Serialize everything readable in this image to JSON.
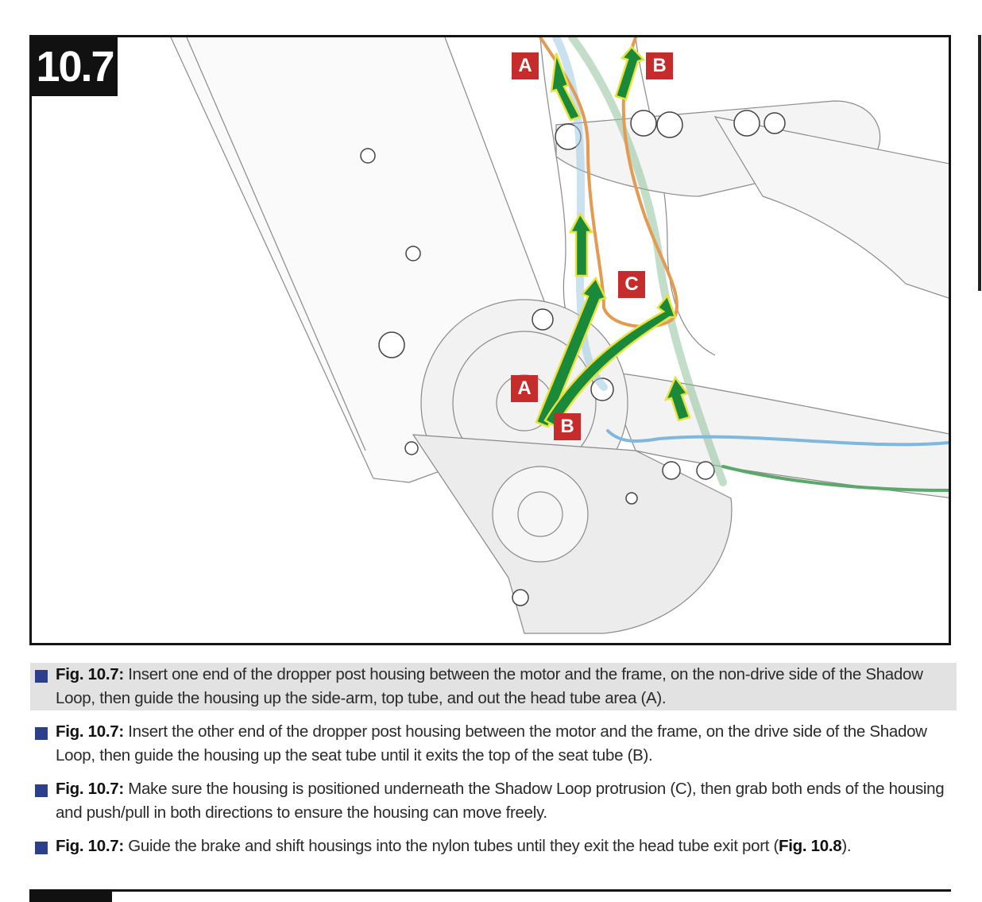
{
  "figure": {
    "number": "10.7",
    "labels": {
      "a_top": "A",
      "b_top": "B",
      "c": "C",
      "a_bottom": "A",
      "b_bottom": "B"
    },
    "colors": {
      "label_red": "#c62c2c",
      "arrow_green": "#1a8a3a",
      "arrow_outline": "#e8e23a",
      "housing_blue": "#7fb8dc",
      "housing_orange": "#e39a52",
      "housing_green": "#5aa86a"
    }
  },
  "steps": [
    {
      "ref": "Fig. 10.7:",
      "text": " Insert one end of the dropper post housing between the motor and the frame, on the non-drive side of the Shadow Loop, then guide the housing up the side-arm, top tube, and out the head tube area (A).",
      "highlight": true
    },
    {
      "ref": "Fig. 10.7:",
      "text": " Insert the other end of the dropper post housing between the motor and the frame, on the drive side of the Shadow Loop, then guide the housing up the seat tube until it exits the top of the seat tube (B).",
      "highlight": false
    },
    {
      "ref": "Fig. 10.7:",
      "text": " Make sure the housing is positioned underneath the Shadow Loop protrusion (C), then grab both ends of the housing and push/pull in both directions to ensure the housing can move freely.",
      "highlight": false
    },
    {
      "ref": "Fig. 10.7:",
      "text": " Guide the brake and shift housings into the nylon tubes until they exit the head tube exit port (",
      "ref2": "Fig. 10.8",
      "tail": ").",
      "highlight": false
    }
  ]
}
